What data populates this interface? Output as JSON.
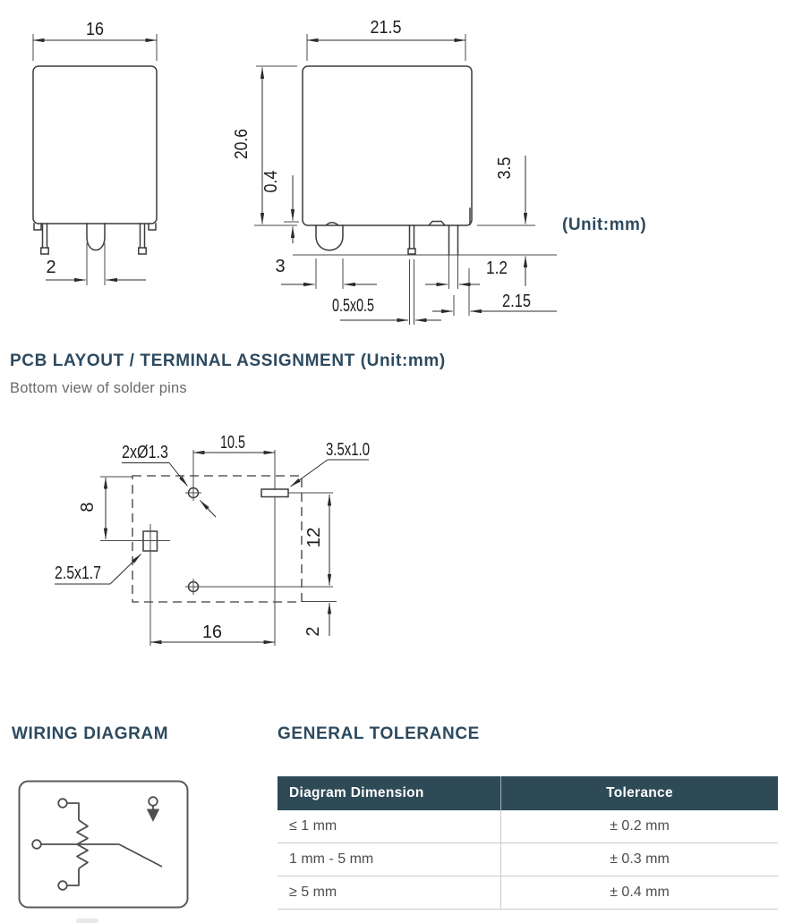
{
  "outline": {
    "unit_note": "(Unit:mm)",
    "front": {
      "width": "16",
      "center_pin_width": "2"
    },
    "side": {
      "width": "21.5",
      "height": "20.6",
      "standoff": "0.4",
      "pin_length": "3.5",
      "coil_pin_width": "3",
      "pin_section": "0.5x0.5",
      "pin_width": "1.2",
      "pin_spacing": "2.15"
    }
  },
  "pcb": {
    "heading": "PCB LAYOUT / TERMINAL ASSIGNMENT (Unit:mm)",
    "subtitle": "Bottom view of solder pins",
    "hole_label": "2xØ1.3",
    "slot_label": "3.5x1.0",
    "pad_label": "2.5x1.7",
    "dim_top": "10.5",
    "dim_left": "8",
    "dim_right": "12",
    "dim_bottom": "16",
    "dim_edge": "2"
  },
  "wiring": {
    "heading": "WIRING DIAGRAM"
  },
  "tolerance": {
    "heading": "GENERAL TOLERANCE",
    "columns": [
      "Diagram Dimension",
      "Tolerance"
    ],
    "rows": [
      {
        "dimension": "≤ 1 mm",
        "tolerance": "± 0.2 mm"
      },
      {
        "dimension": "1 mm - 5 mm",
        "tolerance": "± 0.3 mm"
      },
      {
        "dimension": "≥ 5 mm",
        "tolerance": "± 0.4 mm"
      }
    ]
  },
  "colors": {
    "accent": "#2d4a5f",
    "table_header_bg": "#2e4a57",
    "drawing_line": "#3c3c3c"
  }
}
